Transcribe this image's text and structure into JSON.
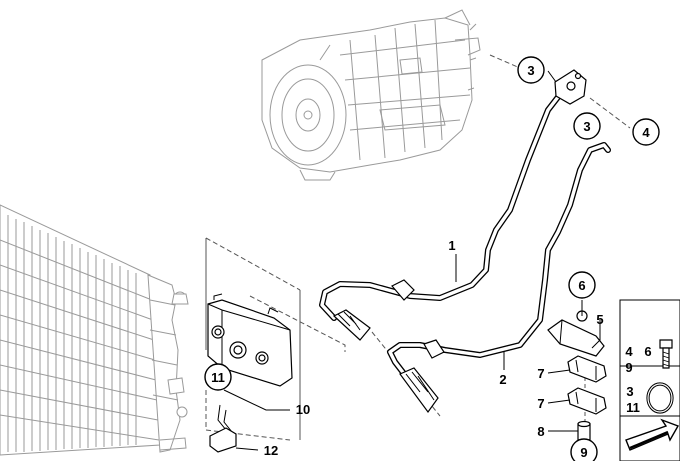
{
  "callouts": {
    "c1": "1",
    "c2": "2",
    "c3a": "3",
    "c3b": "3",
    "c4": "4",
    "c5": "5",
    "c6": "6",
    "c7a": "7",
    "c7b": "7",
    "c8": "8",
    "c9": "9",
    "c10": "10",
    "c11": "11",
    "c12": "12"
  },
  "legend": {
    "r1_num1": "4",
    "r1_num2": "9",
    "r1_num3": "6",
    "r2_num1": "3",
    "r2_num2": "11"
  }
}
